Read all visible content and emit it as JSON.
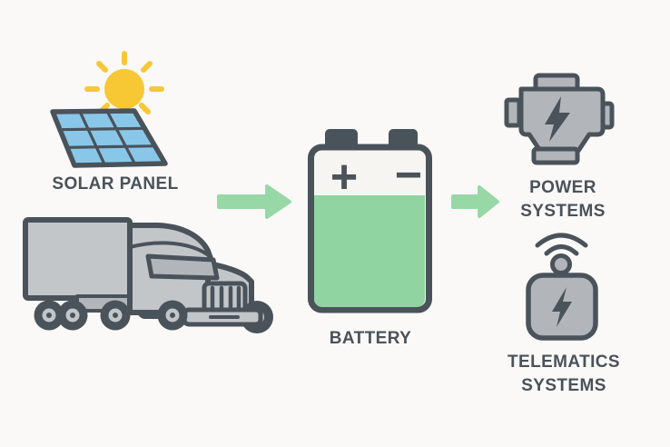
{
  "colors": {
    "bg": "#faf9f7",
    "ink": "#4a525a",
    "gray": "#c3c6c9",
    "gray_dark": "#b2b6ba",
    "sun": "#f7c734",
    "panel_blue": "#89c7e9",
    "battery_green": "#90d4a1",
    "arrow_green": "#98d8a7",
    "paper": "#f6f5f2"
  },
  "labels": {
    "solar_panel": "SOLAR PANEL",
    "battery": "BATTERY",
    "battery_plus": "+",
    "battery_minus": "−",
    "power_line1": "POWER",
    "power_line2": "SYSTEMS",
    "telematics_line1": "TELEMATICS",
    "telematics_line2": "SYSTEMS"
  },
  "connections": [
    {
      "from": "solar-panel",
      "to": "battery"
    },
    {
      "from": "battery",
      "to": "power-systems-and-telematics-systems"
    }
  ]
}
